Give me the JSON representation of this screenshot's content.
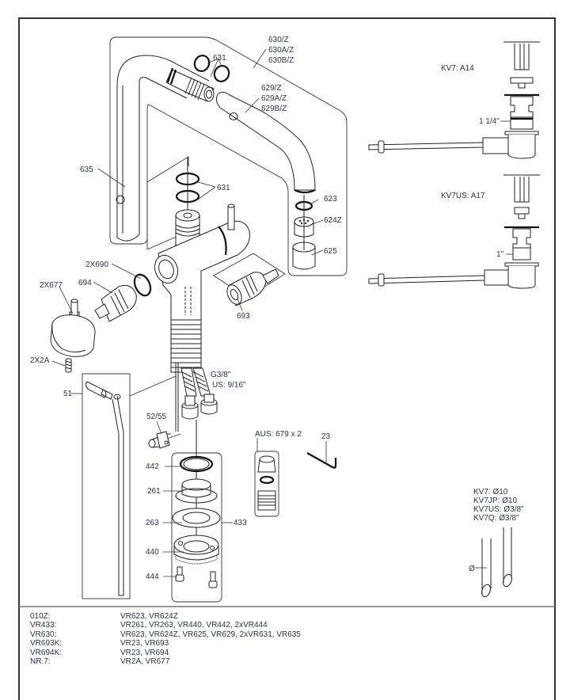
{
  "diagram": {
    "labels": {
      "spout_variants": [
        "630/Z",
        "630A/Z",
        "630B/Z"
      ],
      "spout_oring_top": "631",
      "spout_tube_variants": [
        "629/Z",
        "629A/Z",
        "629B/Z"
      ],
      "riser": "635",
      "body_orings": "631",
      "aerator_seal": "623",
      "aerator": "624Z",
      "aerator_sleeve": "625",
      "body_oring_side": "2X690",
      "cartridge_left": "694",
      "handle": "2X677",
      "cartridge_right": "693",
      "grub_screw": "2X2A",
      "hose_thread_line1": "G3/8\"",
      "hose_thread_line2": "US: 9/16\"",
      "lift_rod": "51",
      "clamp": "52/55",
      "fixing_kit_442": "442",
      "fixing_kit_261": "261",
      "fixing_kit_263": "263",
      "fixing_kit_440": "440",
      "fixing_kit_444": "444",
      "fixing_kit_group": "433",
      "aus_adapter": "AUS: 679 x 2",
      "allen_key": "23",
      "waste_kv7": "KV7: A14",
      "waste_kv7_size": "1 1/4\"",
      "waste_kv7us": "KV7US: A17",
      "waste_kv7us_size": "1\"",
      "tube_diameters": [
        "KV7: Ø10",
        "KV7JP: Ø10",
        "KV7US: Ø3/8\"",
        "KV7Q: Ø3/8\""
      ],
      "diameter_symbol": "Ø"
    }
  },
  "parts_list": [
    {
      "code": "010Z:",
      "contents": "VR623, VR624Z"
    },
    {
      "code": "VR433:",
      "contents": "VR261, VR263, VR440, VR442, 2xVR444"
    },
    {
      "code": "VR630:",
      "contents": "VR623, VR624Z, VR625, VR629, 2xVR631, VR635"
    },
    {
      "code": "VR693K:",
      "contents": "VR23, VR693"
    },
    {
      "code": "VR694K:",
      "contents": "VR23, VR694"
    },
    {
      "code": "NR.7:",
      "contents": "VR2A, VR677"
    }
  ]
}
